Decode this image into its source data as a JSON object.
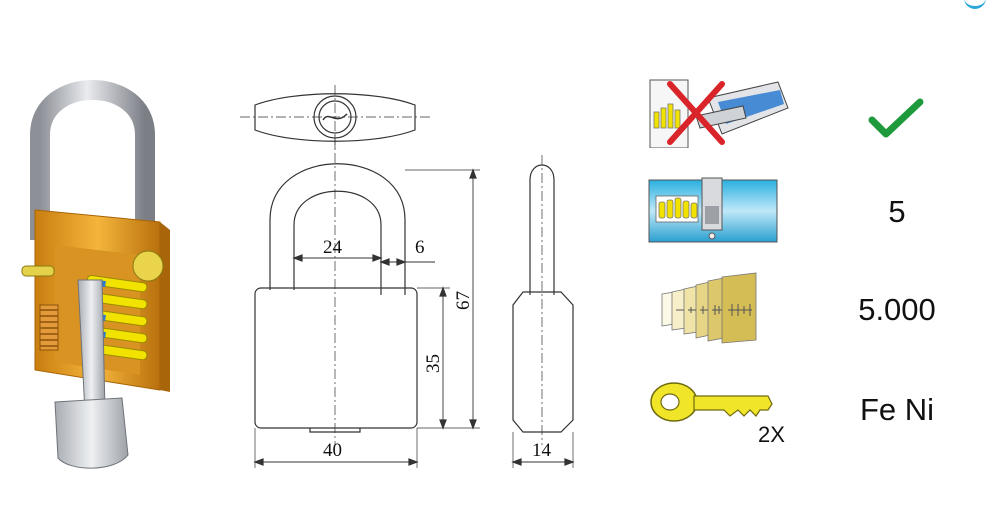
{
  "dimensions": {
    "shackle_inner_width": "24",
    "shackle_diameter": "6",
    "total_height": "67",
    "body_height": "35",
    "body_width": "40",
    "body_depth": "14"
  },
  "features": [
    {
      "icon": "anti-shim-shackle-icon",
      "value_icon": "checkmark-icon"
    },
    {
      "icon": "pin-tumbler-cylinder-icon",
      "value": "5"
    },
    {
      "icon": "key-differs-icon",
      "value": "5.000"
    },
    {
      "icon": "key-icon",
      "icon_label": "2X",
      "value": "Fe Ni"
    }
  ],
  "colors": {
    "check": "#1e9a3c",
    "cross": "#d9242a",
    "brass": "#e0a020",
    "pin_yellow": "#f2e200",
    "cylinder_blue": "#2ab0e0",
    "key_yellow": "#f1e52a",
    "line": "#333333"
  }
}
